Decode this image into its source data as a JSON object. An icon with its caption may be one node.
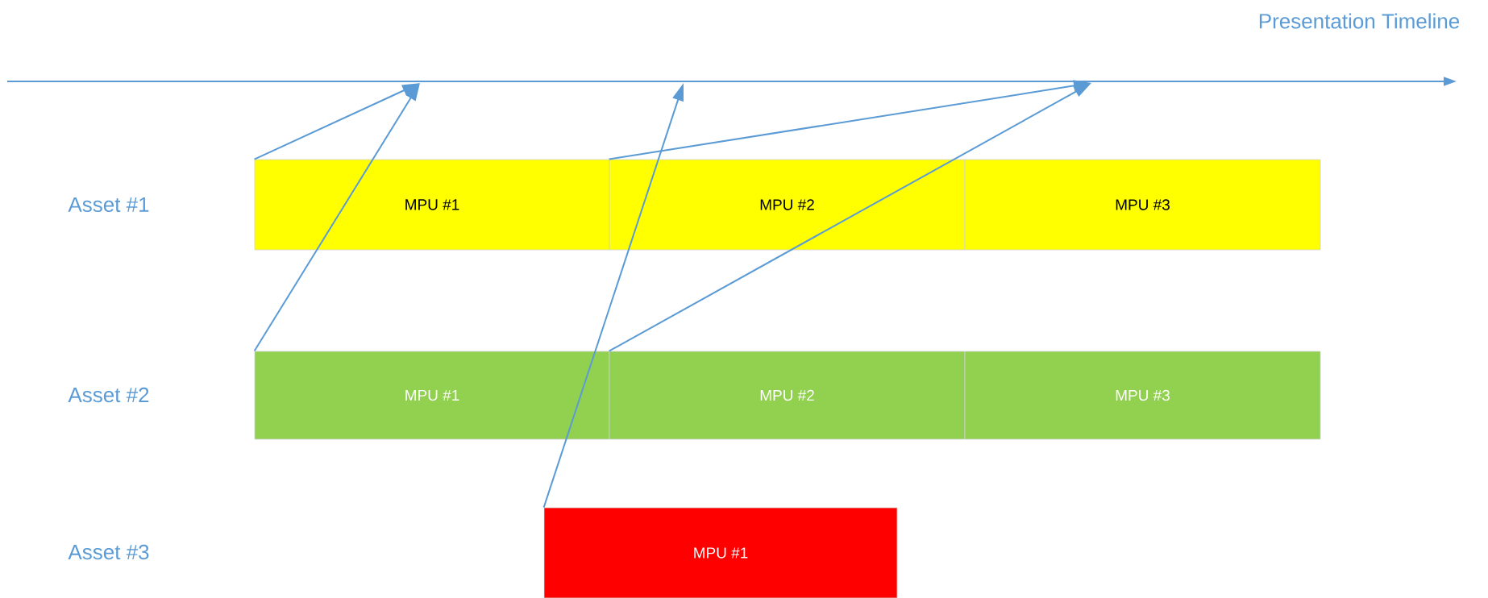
{
  "diagram": {
    "nodes": [
      {
        "text": [
          "MPU #1"
        ]
      },
      {
        "text": [
          "MPU #2"
        ]
      },
      {
        "text": [
          "MPU #3"
        ]
      },
      {
        "text": [
          "MPU #1"
        ]
      },
      {
        "text": [
          "MPU #2"
        ]
      },
      {
        "text": [
          "MPU #3"
        ]
      },
      {
        "text": [
          "MPU #1"
        ]
      }
    ],
    "edges": [
      {
        "from": 0,
        "to": null,
        "arrow": "to"
      },
      {
        "from": 3,
        "to": null,
        "arrow": "to"
      },
      {
        "from": 6,
        "to": null,
        "arrow": "to"
      },
      {
        "from": 1,
        "to": null,
        "arrow": "to"
      },
      {
        "from": 4,
        "to": null,
        "arrow": "to"
      }
    ],
    "labels": [
      "Presentation Timeline",
      "Asset #1",
      "Asset #2",
      "Asset #3"
    ]
  }
}
